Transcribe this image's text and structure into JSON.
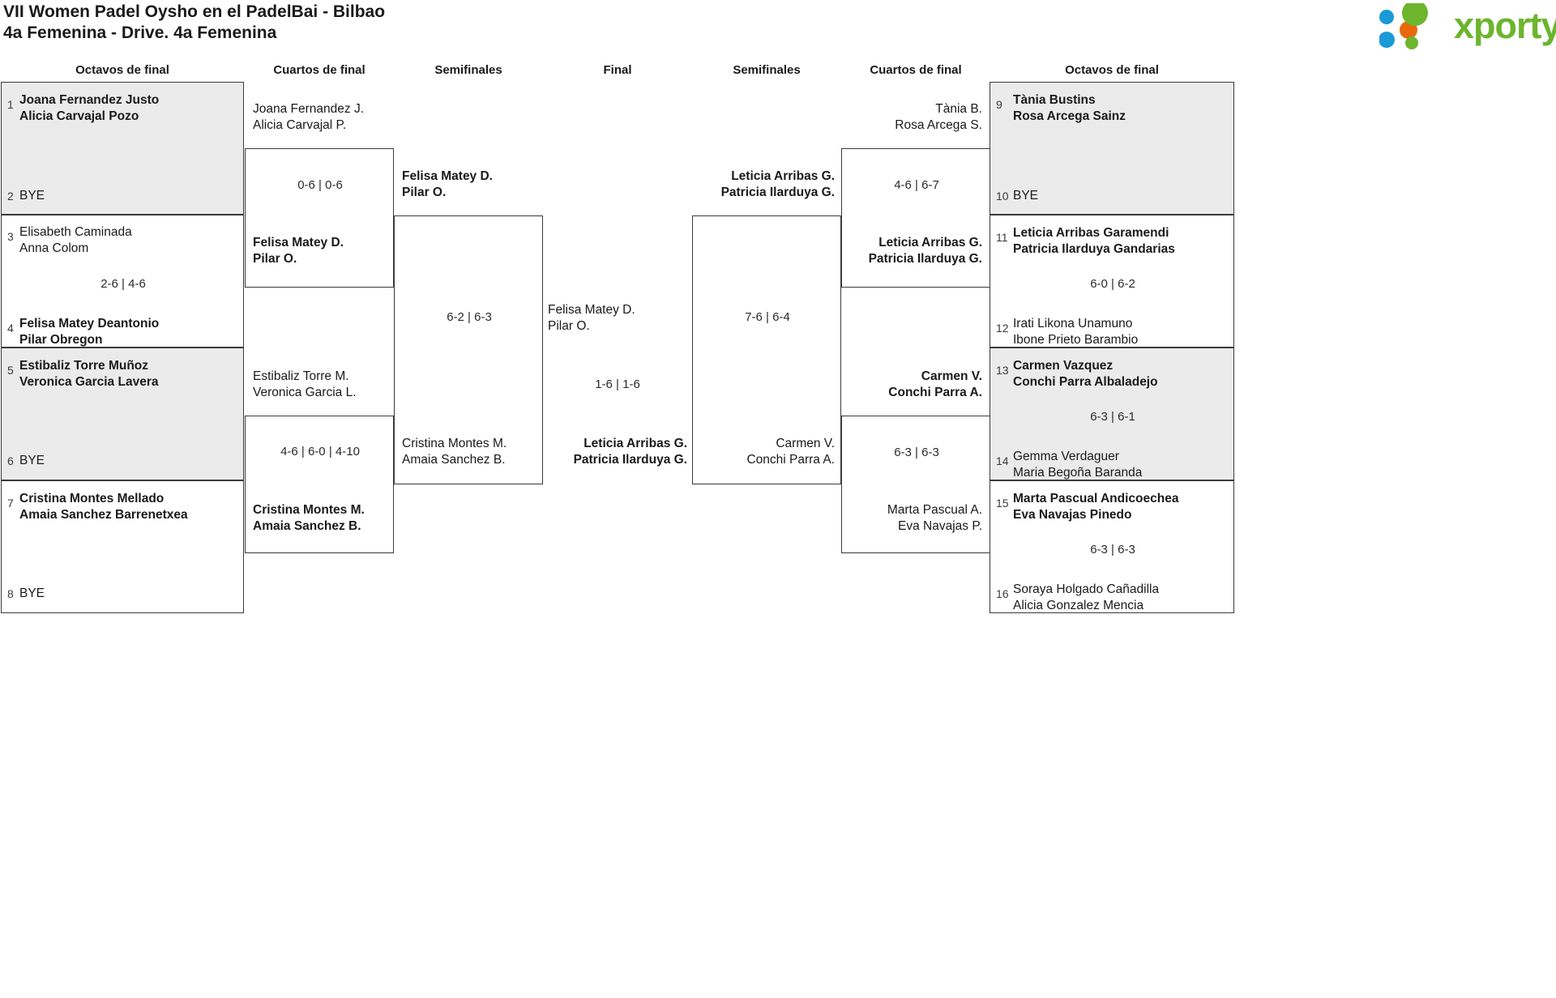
{
  "header": {
    "title_line1": "VII Women Padel Oysho en el PadelBai - Bilbao",
    "title_line2": "4a Femenina - Drive. 4a Femenina",
    "logo_text": "xporty",
    "logo_colors": {
      "green": "#6cb52d",
      "blue": "#1a9ad7",
      "orange": "#e8690b"
    }
  },
  "round_headers": {
    "left_r16": "Octavos de final",
    "left_qf": "Cuartos de final",
    "left_sf": "Semifinales",
    "final": "Final",
    "right_sf": "Semifinales",
    "right_qf": "Cuartos de final",
    "right_r16": "Octavos de final"
  },
  "bracket": {
    "left_round16": [
      {
        "seed": "1",
        "line1": "Joana Fernandez Justo",
        "line2": "Alicia Carvajal Pozo",
        "winner": true,
        "shaded": true
      },
      {
        "seed": "2",
        "bye": "BYE",
        "winner": false,
        "shaded": true
      },
      {
        "seed": "3",
        "line1": "Elisabeth Caminada",
        "line2": "Anna Colom",
        "winner": false,
        "shaded": false
      },
      {
        "seed": "4",
        "line1": "Felisa Matey Deantonio",
        "line2": "Pilar Obregon",
        "winner": true,
        "shaded": false
      },
      {
        "seed": "5",
        "line1": "Estibaliz Torre Muñoz",
        "line2": "Veronica Garcia Lavera",
        "winner": true,
        "shaded": true
      },
      {
        "seed": "6",
        "bye": "BYE",
        "winner": false,
        "shaded": true
      },
      {
        "seed": "7",
        "line1": "Cristina Montes Mellado",
        "line2": "Amaia Sanchez Barrenetxea",
        "winner": true,
        "shaded": false
      },
      {
        "seed": "8",
        "bye": "BYE",
        "winner": false,
        "shaded": false
      }
    ],
    "left_round16_scores": [
      "",
      "2-6 | 4-6",
      "",
      ""
    ],
    "left_qf": [
      {
        "line1": "Joana Fernandez J.",
        "line2": "Alicia Carvajal P.",
        "winner": false
      },
      {
        "line1": "Felisa Matey D.",
        "line2": "Pilar O.",
        "winner": true
      },
      {
        "line1": "Estibaliz Torre M.",
        "line2": "Veronica Garcia L.",
        "winner": false
      },
      {
        "line1": "Cristina Montes M.",
        "line2": "Amaia Sanchez B.",
        "winner": true
      }
    ],
    "left_qf_scores": [
      "0-6 | 0-6",
      "4-6 | 6-0 | 4-10"
    ],
    "left_sf": [
      {
        "line1": "Felisa Matey D.",
        "line2": "Pilar O.",
        "winner": true
      },
      {
        "line1": "Cristina Montes M.",
        "line2": "Amaia Sanchez B.",
        "winner": false
      }
    ],
    "left_sf_score": "6-2 | 6-3",
    "final": [
      {
        "line1": "Felisa Matey D.",
        "line2": "Pilar O.",
        "winner": false
      },
      {
        "line1": "Leticia Arribas G.",
        "line2": "Patricia Ilarduya G.",
        "winner": true
      }
    ],
    "final_score": "1-6 | 1-6",
    "right_sf": [
      {
        "line1": "Leticia Arribas G.",
        "line2": "Patricia Ilarduya G.",
        "winner": true
      },
      {
        "line1": "Carmen V.",
        "line2": "Conchi Parra A.",
        "winner": false
      }
    ],
    "right_sf_score": "7-6 | 6-4",
    "right_qf": [
      {
        "line1": "Tània B.",
        "line2": "Rosa Arcega S.",
        "winner": false
      },
      {
        "line1": "Leticia Arribas G.",
        "line2": "Patricia Ilarduya G.",
        "winner": true
      },
      {
        "line1": "Carmen V.",
        "line2": "Conchi Parra A.",
        "winner": true
      },
      {
        "line1": "Marta Pascual A.",
        "line2": "Eva Navajas P.",
        "winner": false
      }
    ],
    "right_qf_scores": [
      "4-6 | 6-7",
      "6-3 | 6-3"
    ],
    "right_round16": [
      {
        "seed": "9",
        "line1": "Tània Bustins",
        "line2": "Rosa Arcega Sainz",
        "winner": true,
        "shaded": true
      },
      {
        "seed": "10",
        "bye": "BYE",
        "winner": false,
        "shaded": true
      },
      {
        "seed": "11",
        "line1": "Leticia Arribas Garamendi",
        "line2": "Patricia Ilarduya Gandarias",
        "winner": true,
        "shaded": false
      },
      {
        "seed": "12",
        "line1": "Irati Likona Unamuno",
        "line2": "Ibone Prieto Barambio",
        "winner": false,
        "shaded": false
      },
      {
        "seed": "13",
        "line1": "Carmen Vazquez",
        "line2": "Conchi Parra Albaladejo",
        "winner": true,
        "shaded": true
      },
      {
        "seed": "14",
        "line1": "Gemma Verdaguer",
        "line2": "Maria Begoña Baranda",
        "winner": false,
        "shaded": true
      },
      {
        "seed": "15",
        "line1": "Marta Pascual Andicoechea",
        "line2": "Eva Navajas Pinedo",
        "winner": true,
        "shaded": false
      },
      {
        "seed": "16",
        "line1": "Soraya Holgado Cañadilla",
        "line2": "Alicia Gonzalez Mencia",
        "winner": false,
        "shaded": false
      }
    ],
    "right_round16_scores": [
      "",
      "6-0 | 6-2",
      "6-3 | 6-1",
      "6-3 | 6-3"
    ]
  }
}
